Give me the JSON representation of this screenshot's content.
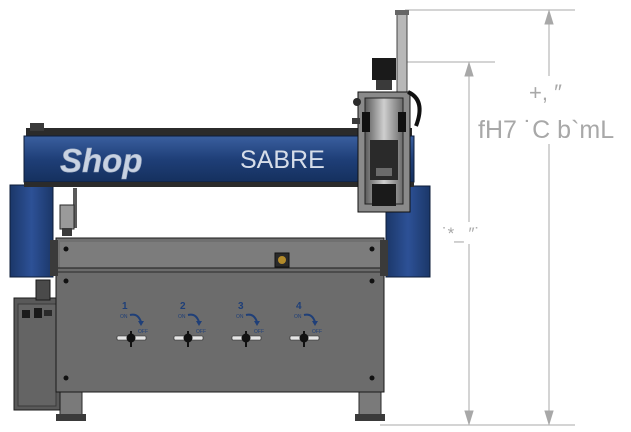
{
  "gantry": {
    "logo_left": "Shop",
    "logo_right": "SABRE"
  },
  "switches": [
    {
      "number": "1",
      "on": "ON",
      "off": "OFF"
    },
    {
      "number": "2",
      "on": "ON",
      "off": "OFF"
    },
    {
      "number": "3",
      "on": "ON",
      "off": "OFF"
    },
    {
      "number": "4",
      "on": "ON",
      "off": "OFF"
    }
  ],
  "dimensions": {
    "overall_height": "+, ″",
    "note": "fH7 ˙C b`mL",
    "table_height": "˙*_ ″˙"
  },
  "colors": {
    "gantry_blue": "#1f3f78",
    "body_gray": "#6c6c6c",
    "dimension_line": "#a8a8a8"
  }
}
